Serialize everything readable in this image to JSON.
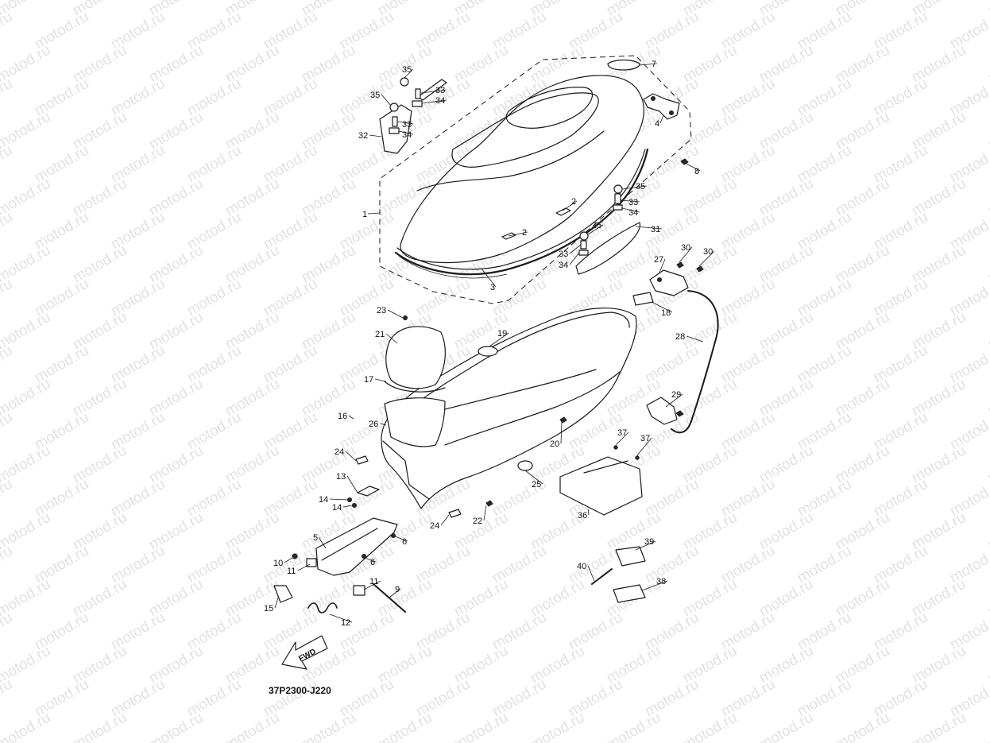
{
  "watermark": "motod.ru",
  "diagram_code": "37P2300-J220",
  "direction_label": "FWD",
  "callouts": [
    "1",
    "2",
    "3",
    "4",
    "5",
    "6",
    "7",
    "8",
    "9",
    "10",
    "11",
    "12",
    "13",
    "14",
    "15",
    "16",
    "17",
    "18",
    "19",
    "20",
    "21",
    "22",
    "23",
    "24",
    "25",
    "26",
    "27",
    "28",
    "29",
    "30",
    "31",
    "32",
    "33",
    "34",
    "35",
    "36",
    "37",
    "38",
    "39",
    "40"
  ],
  "colors": {
    "ink": "#1a1a1a",
    "watermark": "#e2e2e2",
    "background": "#ffffff"
  }
}
